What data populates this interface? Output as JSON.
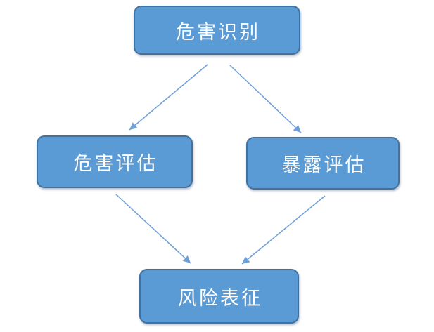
{
  "diagram": {
    "type": "flowchart",
    "nodes": [
      {
        "id": "hazard-identification",
        "label": "危害识别"
      },
      {
        "id": "hazard-assessment",
        "label": "危害评估"
      },
      {
        "id": "exposure-assessment",
        "label": "暴露评估"
      },
      {
        "id": "risk-characterization",
        "label": "风险表征"
      }
    ],
    "edges": [
      {
        "from": "hazard-identification",
        "to": "hazard-assessment"
      },
      {
        "from": "hazard-identification",
        "to": "exposure-assessment"
      },
      {
        "from": "hazard-assessment",
        "to": "risk-characterization"
      },
      {
        "from": "exposure-assessment",
        "to": "risk-characterization"
      }
    ],
    "colors": {
      "node_fill": "#5B9BD5",
      "node_border": "#41719C",
      "node_text": "#FFFFFF",
      "arrow": "#6F9FD8",
      "background": "#FFFFFF"
    }
  }
}
